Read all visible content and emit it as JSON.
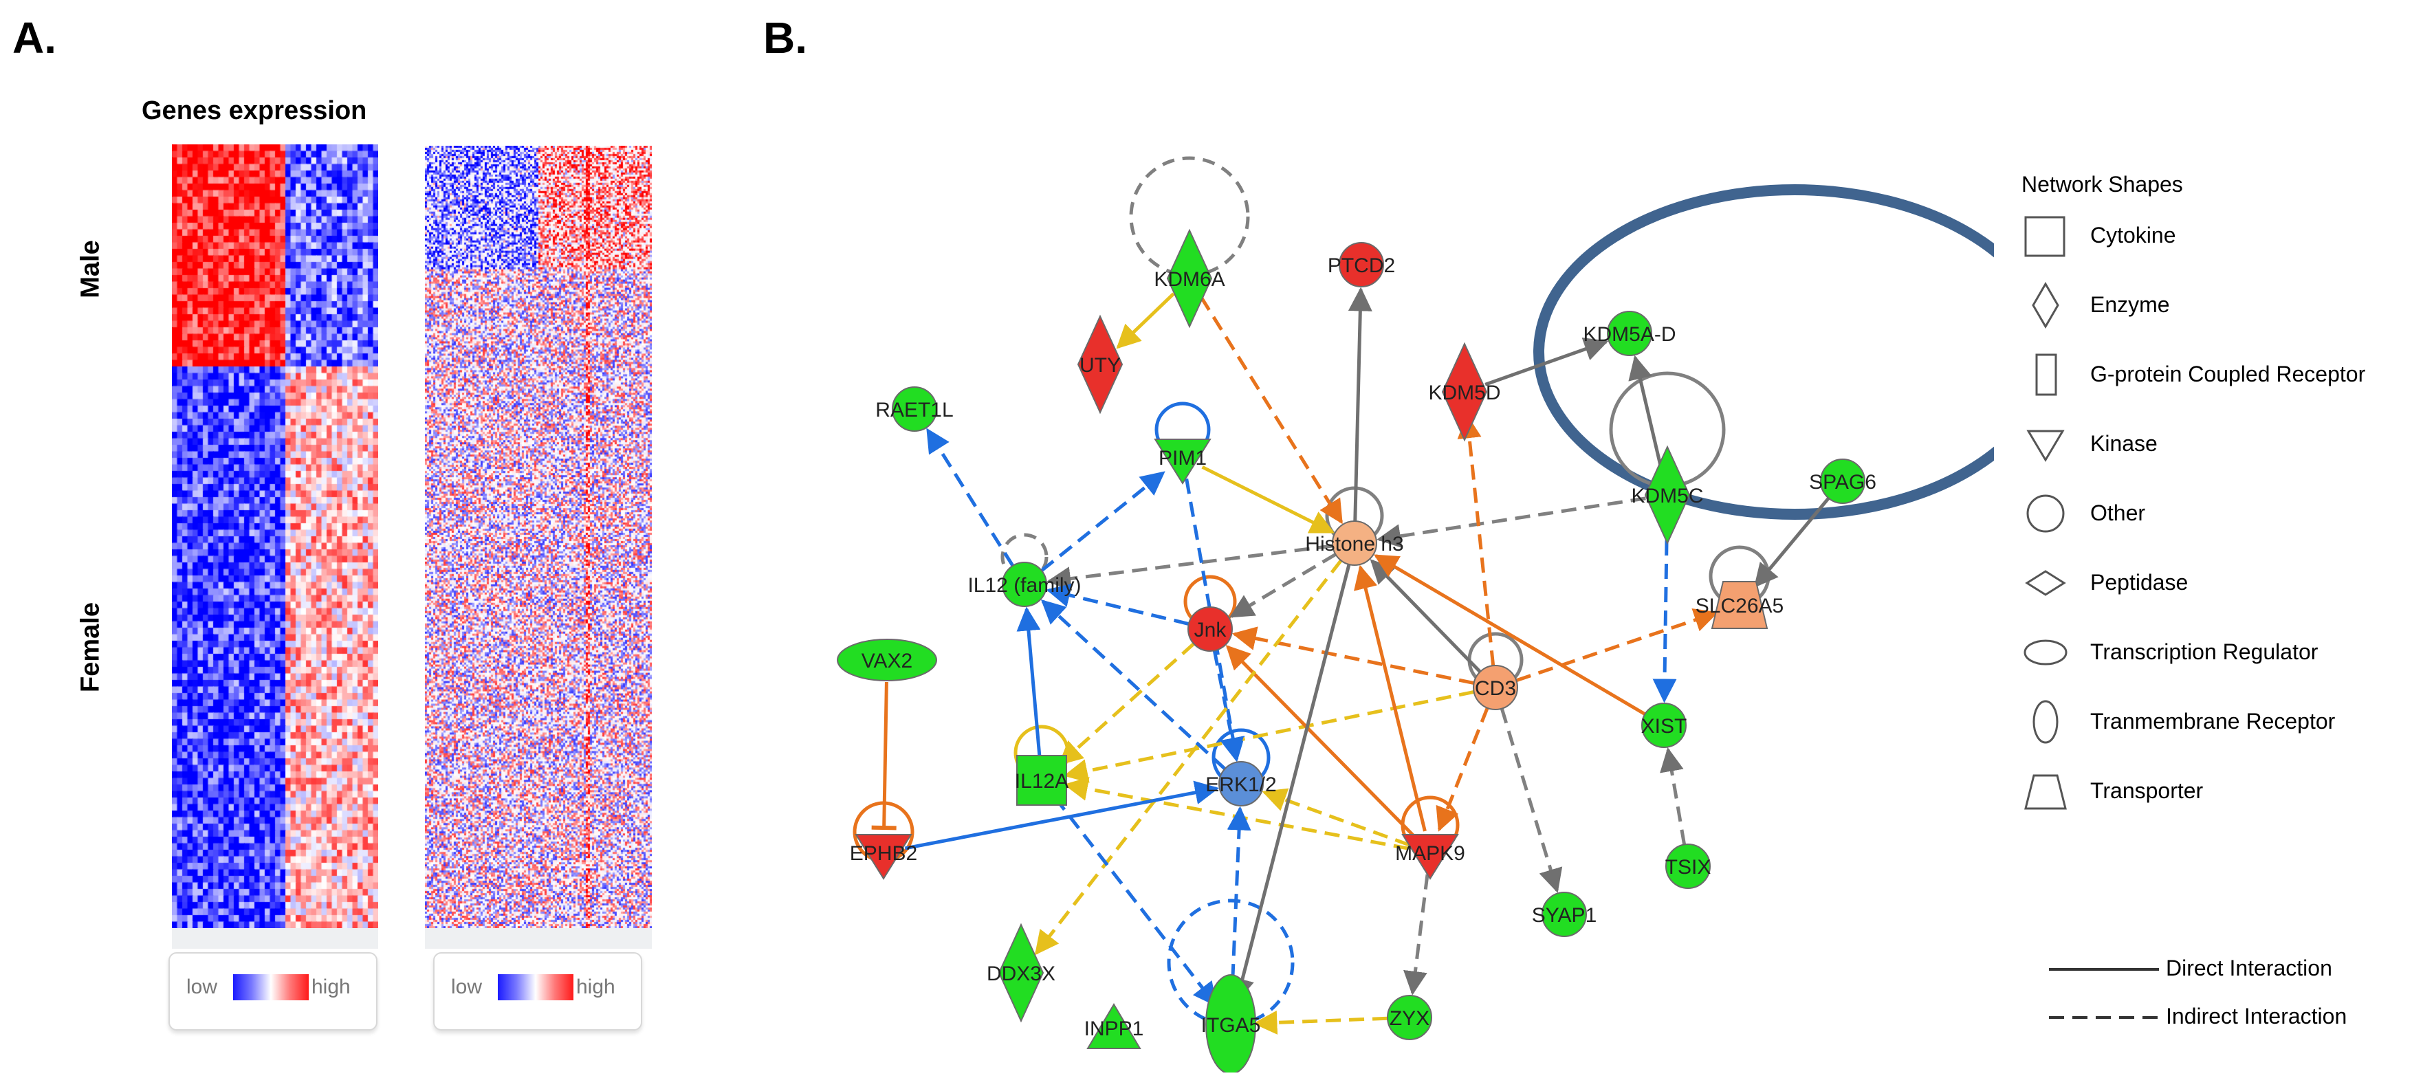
{
  "panel_a": {
    "label": "A.",
    "title": "Genes expression",
    "row_labels": {
      "male": "Male",
      "female": "Female"
    },
    "scale_low": "low",
    "scale_high": "high"
  },
  "panel_b": {
    "label": "B.",
    "nodes": [
      {
        "id": "KDM6A",
        "label": "KDM6A",
        "shape": "diamond",
        "color": "#22dd22"
      },
      {
        "id": "PTCD2",
        "label": "PTCD2",
        "shape": "circle",
        "color": "#e8302b"
      },
      {
        "id": "UTY",
        "label": "UTY",
        "shape": "diamond",
        "color": "#e8302b"
      },
      {
        "id": "RAET1L",
        "label": "RAET1L",
        "shape": "circle",
        "color": "#22dd22"
      },
      {
        "id": "PIM1",
        "label": "PIM1",
        "shape": "triangle-down",
        "color": "#22dd22"
      },
      {
        "id": "KDM5A-D",
        "label": "KDM5A-D",
        "shape": "circle",
        "color": "#22dd22"
      },
      {
        "id": "KDM5D",
        "label": "KDM5D",
        "shape": "diamond",
        "color": "#e8302b"
      },
      {
        "id": "KDM5C",
        "label": "KDM5C",
        "shape": "diamond",
        "color": "#22dd22"
      },
      {
        "id": "SPAG6",
        "label": "SPAG6",
        "shape": "circle",
        "color": "#22dd22"
      },
      {
        "id": "Histone h3",
        "label": "Histone h3",
        "shape": "circle",
        "color": "#f4b183"
      },
      {
        "id": "IL12 (family)",
        "label": "IL12 (family)",
        "shape": "circle",
        "color": "#22dd22"
      },
      {
        "id": "Jnk",
        "label": "Jnk",
        "shape": "circle",
        "color": "#e8302b"
      },
      {
        "id": "SLC26A5",
        "label": "SLC26A5",
        "shape": "trapezoid",
        "color": "#f4a070"
      },
      {
        "id": "VAX2",
        "label": "VAX2",
        "shape": "ellipse",
        "color": "#22dd22"
      },
      {
        "id": "CD3",
        "label": "CD3",
        "shape": "circle",
        "color": "#f4a070"
      },
      {
        "id": "XIST",
        "label": "XIST",
        "shape": "circle",
        "color": "#22dd22"
      },
      {
        "id": "IL12A",
        "label": "IL12A",
        "shape": "square",
        "color": "#22dd22"
      },
      {
        "id": "ERK1/2",
        "label": "ERK1/2",
        "shape": "circle",
        "color": "#5b8fd8"
      },
      {
        "id": "EPHB2",
        "label": "EPHB2",
        "shape": "triangle-down",
        "color": "#e8302b"
      },
      {
        "id": "MAPK9",
        "label": "MAPK9",
        "shape": "triangle-down",
        "color": "#e8302b"
      },
      {
        "id": "TSIX",
        "label": "TSIX",
        "shape": "circle",
        "color": "#22dd22"
      },
      {
        "id": "SYAP1",
        "label": "SYAP1",
        "shape": "circle",
        "color": "#22dd22"
      },
      {
        "id": "DDX3X",
        "label": "DDX3X",
        "shape": "diamond",
        "color": "#22dd22"
      },
      {
        "id": "ITGA5",
        "label": "ITGA5",
        "shape": "ellipse-v",
        "color": "#22dd22"
      },
      {
        "id": "ZYX",
        "label": "ZYX",
        "shape": "circle",
        "color": "#22dd22"
      },
      {
        "id": "INPP1",
        "label": "INPP1",
        "shape": "triangle-up",
        "color": "#22dd22"
      }
    ],
    "edges": [
      {
        "from": "KDM6A",
        "to": "UTY",
        "color": "#e6c01c",
        "style": "solid"
      },
      {
        "from": "KDM6A",
        "to": "Histone h3",
        "color": "#e8731c",
        "style": "dashed"
      },
      {
        "from": "KDM5D",
        "to": "KDM5A-D",
        "color": "#707070",
        "style": "solid"
      },
      {
        "from": "KDM5C",
        "to": "KDM5A-D",
        "color": "#707070",
        "style": "solid"
      },
      {
        "from": "Histone h3",
        "to": "PTCD2",
        "color": "#707070",
        "style": "solid"
      },
      {
        "from": "KDM5C",
        "to": "Histone h3",
        "color": "#808080",
        "style": "dashed"
      },
      {
        "from": "KDM5C",
        "to": "XIST",
        "color": "#1f6fe0",
        "style": "dashed"
      },
      {
        "from": "SPAG6",
        "to": "SLC26A5",
        "color": "#707070",
        "style": "solid"
      },
      {
        "from": "IL12 (family)",
        "to": "RAET1L",
        "color": "#1f6fe0",
        "style": "dashed"
      },
      {
        "from": "IL12 (family)",
        "to": "PIM1",
        "color": "#1f6fe0",
        "style": "dashed"
      },
      {
        "from": "PIM1",
        "to": "Histone h3",
        "color": "#e6c01c",
        "style": "solid"
      },
      {
        "from": "Histone h3",
        "to": "IL12 (family)",
        "color": "#808080",
        "style": "dashed"
      },
      {
        "from": "PIM1",
        "to": "ERK1/2",
        "color": "#1f6fe0",
        "style": "dashed"
      },
      {
        "from": "Jnk",
        "to": "IL12 (family)",
        "color": "#1f6fe0",
        "style": "dashed"
      },
      {
        "from": "Histone h3",
        "to": "Jnk",
        "color": "#808080",
        "style": "dashed"
      },
      {
        "from": "CD3",
        "to": "Jnk",
        "color": "#e8731c",
        "style": "dashed"
      },
      {
        "from": "CD3",
        "to": "KDM5D",
        "color": "#e8731c",
        "style": "dashed"
      },
      {
        "from": "CD3",
        "to": "SLC26A5",
        "color": "#e8731c",
        "style": "dashed"
      },
      {
        "from": "CD3",
        "to": "Histone h3",
        "color": "#707070",
        "style": "solid"
      },
      {
        "from": "XIST",
        "to": "Histone h3",
        "color": "#e8731c",
        "style": "solid"
      },
      {
        "from": "TSIX",
        "to": "XIST",
        "color": "#808080",
        "style": "dashed"
      },
      {
        "from": "CD3",
        "to": "SYAP1",
        "color": "#808080",
        "style": "dashed"
      },
      {
        "from": "CD3",
        "to": "MAPK9",
        "color": "#e8731c",
        "style": "dashed"
      },
      {
        "from": "CD3",
        "to": "IL12A",
        "color": "#e6c01c",
        "style": "dashed"
      },
      {
        "from": "MAPK9",
        "to": "Jnk",
        "color": "#e8731c",
        "style": "solid"
      },
      {
        "from": "MAPK9",
        "to": "Histone h3",
        "color": "#e8731c",
        "style": "solid"
      },
      {
        "from": "MAPK9",
        "to": "IL12A",
        "color": "#e6c01c",
        "style": "dashed"
      },
      {
        "from": "MAPK9",
        "to": "ERK1/2",
        "color": "#e6c01c",
        "style": "dashed"
      },
      {
        "from": "MAPK9",
        "to": "ZYX",
        "color": "#808080",
        "style": "dashed"
      },
      {
        "from": "Jnk",
        "to": "IL12A",
        "color": "#e6c01c",
        "style": "dashed"
      },
      {
        "from": "Jnk",
        "to": "ERK1/2",
        "color": "#1f6fe0",
        "style": "dashed"
      },
      {
        "from": "Histone h3",
        "to": "DDX3X",
        "color": "#e6c01c",
        "style": "dashed"
      },
      {
        "from": "Histone h3",
        "to": "ITGA5",
        "color": "#707070",
        "style": "solid"
      },
      {
        "from": "IL12A",
        "to": "IL12 (family)",
        "color": "#1f6fe0",
        "style": "solid"
      },
      {
        "from": "ERK1/2",
        "to": "IL12 (family)",
        "color": "#1f6fe0",
        "style": "dashed"
      },
      {
        "from": "IL12A",
        "to": "ITGA5",
        "color": "#1f6fe0",
        "style": "dashed"
      },
      {
        "from": "ITGA5",
        "to": "ERK1/2",
        "color": "#1f6fe0",
        "style": "dashed"
      },
      {
        "from": "ZYX",
        "to": "ITGA5",
        "color": "#e6c01c",
        "style": "dashed"
      },
      {
        "from": "EPHB2",
        "to": "ERK1/2",
        "color": "#1f6fe0",
        "style": "solid"
      },
      {
        "from": "VAX2",
        "to": "EPHB2",
        "color": "#e8731c",
        "style": "inhibit"
      }
    ]
  },
  "legend": {
    "title": "Network Shapes",
    "items": [
      {
        "shape": "square",
        "label": "Cytokine"
      },
      {
        "shape": "diamond",
        "label": "Enzyme"
      },
      {
        "shape": "rect-tall",
        "label": "G-protein Coupled Receptor"
      },
      {
        "shape": "triangle-down",
        "label": "Kinase"
      },
      {
        "shape": "circle",
        "label": "Other"
      },
      {
        "shape": "diamond-wide",
        "label": "Peptidase"
      },
      {
        "shape": "ellipse",
        "label": "Transcription Regulator"
      },
      {
        "shape": "ellipse-v",
        "label": "Tranmembrane Receptor"
      },
      {
        "shape": "trapezoid",
        "label": "Transporter"
      }
    ],
    "lines": [
      {
        "style": "solid",
        "label": "Direct Interaction"
      },
      {
        "style": "dashed",
        "label": "Indirect Interaction"
      }
    ]
  }
}
